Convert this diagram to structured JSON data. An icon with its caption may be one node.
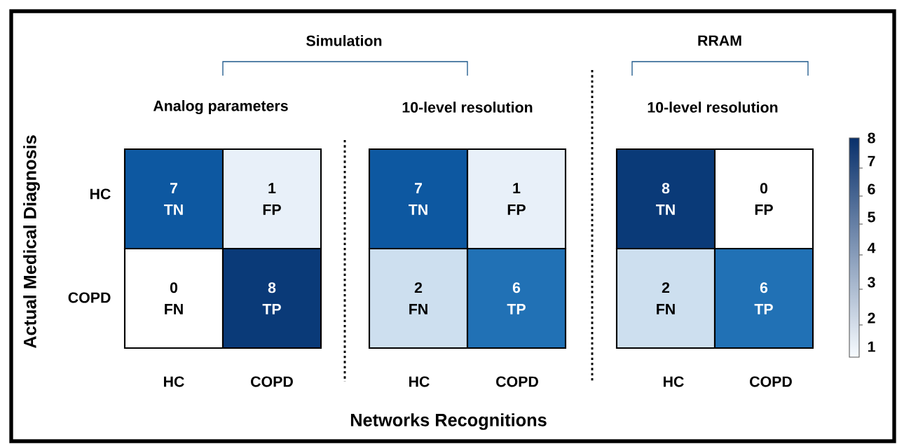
{
  "diagram": {
    "nodes": [
      {
        "text": [
          "7",
          "TN"
        ]
      },
      {
        "text": [
          "1",
          "FP"
        ]
      },
      {
        "text": [
          "0",
          "FN"
        ]
      },
      {
        "text": [
          "8",
          "TP"
        ]
      },
      {
        "text": [
          "7",
          "TN"
        ]
      },
      {
        "text": [
          "1",
          "FP"
        ]
      },
      {
        "text": [
          "2",
          "FN"
        ]
      },
      {
        "text": [
          "6",
          "TP"
        ]
      },
      {
        "text": [
          "8",
          "TN"
        ]
      },
      {
        "text": [
          "0",
          "FP"
        ]
      },
      {
        "text": [
          "2",
          "FN"
        ]
      },
      {
        "text": [
          "6",
          "TP"
        ]
      }
    ],
    "edges": [],
    "labels": [
      "Simulation",
      "RRAM",
      "Analog parameters",
      "10-level resolution",
      "10-level resolution",
      "Actual Medical Diagnosis",
      "HC",
      "COPD",
      "HC",
      "COPD",
      "HC",
      "COPD",
      "HC",
      "COPD",
      "Networks Recognitions",
      "8",
      "7",
      "6",
      "5",
      "4",
      "3",
      "2",
      "1"
    ]
  }
}
